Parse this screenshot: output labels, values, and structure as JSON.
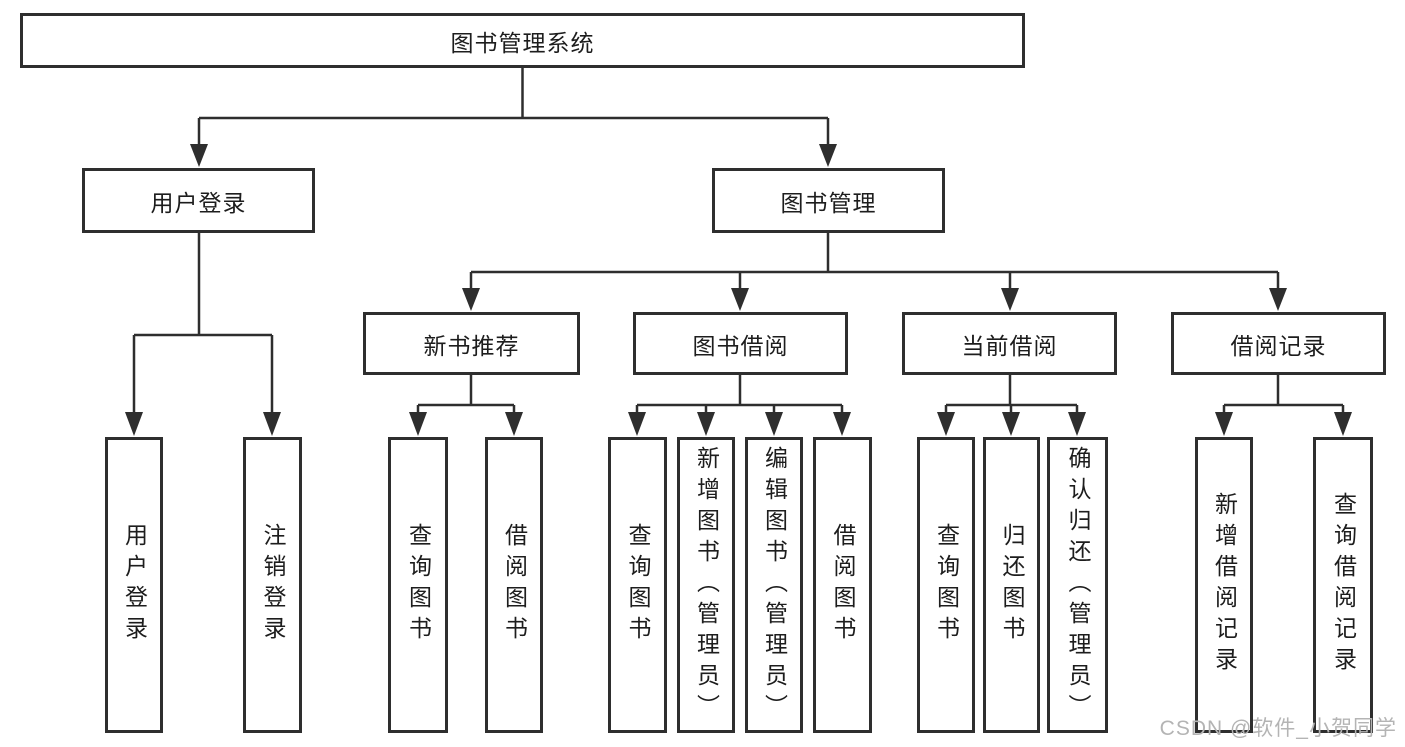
{
  "diagram_title": "图书管理系统",
  "colors": {
    "line": "#2e2e2e",
    "box_border": "#2e2e2e",
    "box_background": "#ffffff",
    "text": "#1d1d1d",
    "watermark": "#b4b4b4",
    "background": "#ffffff"
  },
  "nodes": {
    "root": "图书管理系统",
    "level2": {
      "user_login": "用户登录",
      "book_mgmt": "图书管理"
    },
    "level3": {
      "new_book_rec": "新书推荐",
      "book_borrow": "图书借阅",
      "current_borrow": "当前借阅",
      "borrow_records": "借阅记录"
    },
    "leaves": {
      "user_login_leaf": "用户登录",
      "logout": "注销登录",
      "query_book_1": "查询图书",
      "borrow_book_1": "借阅图书",
      "query_book_2": "查询图书",
      "add_book": "新增图书（管理员）",
      "edit_book": "编辑图书（管理员）",
      "borrow_book_2": "借阅图书",
      "query_book_3": "查询图书",
      "return_book": "归还图书",
      "confirm_return": "确认归还（管理员）",
      "add_borrow_record": "新增借阅记录",
      "query_borrow_record": "查询借阅记录"
    }
  },
  "watermark": "CSDN @软件_小贺同学"
}
